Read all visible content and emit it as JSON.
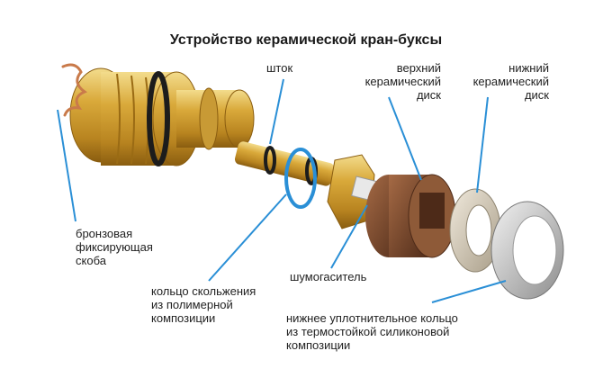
{
  "title": "Устройство керамической кран-буксы",
  "labels": {
    "stem": "шток",
    "upper_disc": "верхний\nкерамический\nдиск",
    "lower_disc": "нижний\nкерамический\nдиск",
    "bronze_clip": "бронзовая\nфиксирующая\nскоба",
    "damper": "шумогаситель",
    "sliding_ring": "кольцо скольжения\nиз полимерной\nкомпозиции",
    "seal_ring": "нижнее уплотнительное кольцо\nиз термостойкой силиконовой\nкомпозиции"
  },
  "colors": {
    "leader": "#2a8fd6",
    "brass": "#d9a93a",
    "brass_dark": "#9a6b14",
    "ceramic_brown": "#7a4a2e",
    "ceramic_light": "#d8cdb8",
    "silicone": "#bdbdbd",
    "oring": "#1c1c1c",
    "sliding_ring": "#2a8fd6",
    "clip": "#c97a4a"
  }
}
